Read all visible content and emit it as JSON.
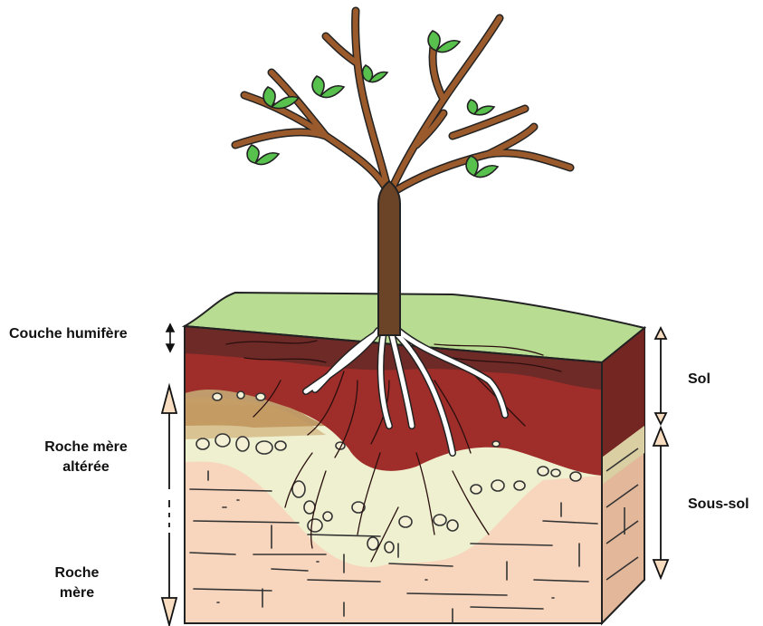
{
  "labels": {
    "couche_humifere": "Couche humifère",
    "roche_mere_alteree_line1": "Roche mère",
    "roche_mere_alteree_line2": "altérée",
    "roche_mere_line1": "Roche",
    "roche_mere_line2": "mère",
    "sol": "Sol",
    "sous_sol": "Sous-sol"
  },
  "colors": {
    "grass": "#b7dc92",
    "humus": "#6e2a27",
    "soil_red": "#9f2d2a",
    "altered_rock": "#eef0cf",
    "bedrock": "#f7d6bd",
    "trunk": "#6b4428",
    "branch": "#9a5a2c",
    "leaf": "#58c14d",
    "roots": "#ffffff",
    "arrow_fill": "#f8dcc0"
  }
}
